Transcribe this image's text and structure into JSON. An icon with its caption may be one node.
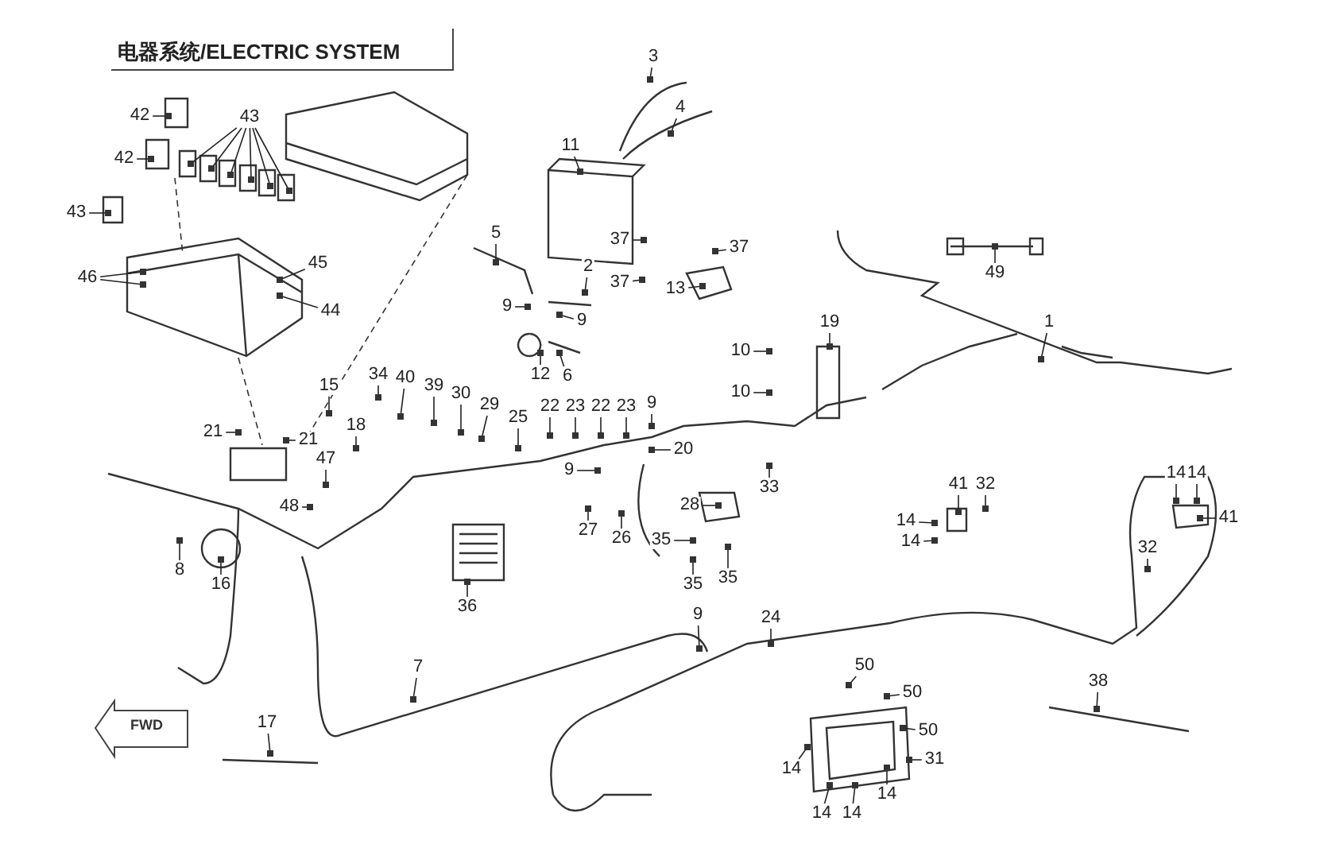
{
  "diagram": {
    "title": "电器系统/ELECTRIC SYSTEM",
    "nodes": [
      {
        "text": [
          "1"
        ]
      },
      {
        "text": [
          "2"
        ]
      },
      {
        "text": [
          "3"
        ]
      },
      {
        "text": [
          "4"
        ]
      },
      {
        "text": [
          "5"
        ]
      },
      {
        "text": [
          "6"
        ]
      },
      {
        "text": [
          "7"
        ]
      },
      {
        "text": [
          "8"
        ]
      },
      {
        "text": [
          "9"
        ]
      },
      {
        "text": [
          "9"
        ]
      },
      {
        "text": [
          "9"
        ]
      },
      {
        "text": [
          "9"
        ]
      },
      {
        "text": [
          "9"
        ]
      },
      {
        "text": [
          "10"
        ]
      },
      {
        "text": [
          "10"
        ]
      },
      {
        "text": [
          "11"
        ]
      },
      {
        "text": [
          "12"
        ]
      },
      {
        "text": [
          "13"
        ]
      },
      {
        "text": [
          "14"
        ]
      },
      {
        "text": [
          "14"
        ]
      },
      {
        "text": [
          "14"
        ]
      },
      {
        "text": [
          "14"
        ]
      },
      {
        "text": [
          "14"
        ]
      },
      {
        "text": [
          "14"
        ]
      },
      {
        "text": [
          "14"
        ]
      },
      {
        "text": [
          "14"
        ]
      },
      {
        "text": [
          "15"
        ]
      },
      {
        "text": [
          "16"
        ]
      },
      {
        "text": [
          "17"
        ]
      },
      {
        "text": [
          "18"
        ]
      },
      {
        "text": [
          "19"
        ]
      },
      {
        "text": [
          "20"
        ]
      },
      {
        "text": [
          "21"
        ]
      },
      {
        "text": [
          "21"
        ]
      },
      {
        "text": [
          "22"
        ]
      },
      {
        "text": [
          "23"
        ]
      },
      {
        "text": [
          "22"
        ]
      },
      {
        "text": [
          "23"
        ]
      },
      {
        "text": [
          "24"
        ]
      },
      {
        "text": [
          "25"
        ]
      },
      {
        "text": [
          "26"
        ]
      },
      {
        "text": [
          "27"
        ]
      },
      {
        "text": [
          "28"
        ]
      },
      {
        "text": [
          "29"
        ]
      },
      {
        "text": [
          "30"
        ]
      },
      {
        "text": [
          "31"
        ]
      },
      {
        "text": [
          "32"
        ]
      },
      {
        "text": [
          "32"
        ]
      },
      {
        "text": [
          "33"
        ]
      },
      {
        "text": [
          "34"
        ]
      },
      {
        "text": [
          "35"
        ]
      },
      {
        "text": [
          "35"
        ]
      },
      {
        "text": [
          "35"
        ]
      },
      {
        "text": [
          "36"
        ]
      },
      {
        "text": [
          "37"
        ]
      },
      {
        "text": [
          "37"
        ]
      },
      {
        "text": [
          "37"
        ]
      },
      {
        "text": [
          "38"
        ]
      },
      {
        "text": [
          "39"
        ]
      },
      {
        "text": [
          "40"
        ]
      },
      {
        "text": [
          "41"
        ]
      },
      {
        "text": [
          "41"
        ]
      },
      {
        "text": [
          "42"
        ]
      },
      {
        "text": [
          "42"
        ]
      },
      {
        "text": [
          "43"
        ]
      },
      {
        "text": [
          "43"
        ]
      },
      {
        "text": [
          "44"
        ]
      },
      {
        "text": [
          "45"
        ]
      },
      {
        "text": [
          "46"
        ]
      },
      {
        "text": [
          "47"
        ]
      },
      {
        "text": [
          "48"
        ]
      },
      {
        "text": [
          "49"
        ]
      },
      {
        "text": [
          "50"
        ]
      },
      {
        "text": [
          "50"
        ]
      },
      {
        "text": [
          "50"
        ]
      }
    ],
    "edges": [
      {
        "from": 0,
        "to": null,
        "arrow": "none"
      },
      {
        "from": 1,
        "to": null,
        "arrow": "none"
      },
      {
        "from": 2,
        "to": null,
        "arrow": "none"
      },
      {
        "from": 3,
        "to": null,
        "arrow": "none"
      },
      {
        "from": 4,
        "to": null,
        "arrow": "none"
      },
      {
        "from": 5,
        "to": null,
        "arrow": "none"
      },
      {
        "from": 6,
        "to": null,
        "arrow": "none"
      },
      {
        "from": 7,
        "to": null,
        "arrow": "none"
      },
      {
        "from": 8,
        "to": null,
        "arrow": "none"
      },
      {
        "from": 9,
        "to": null,
        "arrow": "none"
      },
      {
        "from": 10,
        "to": null,
        "arrow": "none"
      },
      {
        "from": 11,
        "to": null,
        "arrow": "none"
      },
      {
        "from": 12,
        "to": null,
        "arrow": "none"
      },
      {
        "from": 13,
        "to": null,
        "arrow": "none"
      },
      {
        "from": 14,
        "to": null,
        "arrow": "none"
      },
      {
        "from": 15,
        "to": null,
        "arrow": "none"
      },
      {
        "from": 16,
        "to": null,
        "arrow": "none"
      },
      {
        "from": 17,
        "to": null,
        "arrow": "none"
      },
      {
        "from": 18,
        "to": null,
        "arrow": "none"
      },
      {
        "from": 19,
        "to": null,
        "arrow": "none"
      },
      {
        "from": 20,
        "to": null,
        "arrow": "none"
      },
      {
        "from": 21,
        "to": null,
        "arrow": "none"
      },
      {
        "from": 22,
        "to": null,
        "arrow": "none"
      },
      {
        "from": 23,
        "to": null,
        "arrow": "none"
      },
      {
        "from": 24,
        "to": null,
        "arrow": "none"
      },
      {
        "from": 25,
        "to": null,
        "arrow": "none"
      },
      {
        "from": 26,
        "to": null,
        "arrow": "none"
      },
      {
        "from": 27,
        "to": null,
        "arrow": "none"
      },
      {
        "from": 28,
        "to": null,
        "arrow": "none"
      },
      {
        "from": 29,
        "to": null,
        "arrow": "none"
      },
      {
        "from": 30,
        "to": null,
        "arrow": "none"
      },
      {
        "from": 31,
        "to": null,
        "arrow": "none"
      },
      {
        "from": 32,
        "to": null,
        "arrow": "none"
      },
      {
        "from": 33,
        "to": null,
        "arrow": "none"
      },
      {
        "from": 34,
        "to": null,
        "arrow": "none"
      },
      {
        "from": 35,
        "to": null,
        "arrow": "none"
      },
      {
        "from": 36,
        "to": null,
        "arrow": "none"
      },
      {
        "from": 37,
        "to": null,
        "arrow": "none"
      },
      {
        "from": 38,
        "to": null,
        "arrow": "none"
      },
      {
        "from": 39,
        "to": null,
        "arrow": "none"
      },
      {
        "from": 40,
        "to": null,
        "arrow": "none"
      },
      {
        "from": 41,
        "to": null,
        "arrow": "none"
      },
      {
        "from": 42,
        "to": null,
        "arrow": "none"
      },
      {
        "from": 43,
        "to": null,
        "arrow": "none"
      },
      {
        "from": 44,
        "to": null,
        "arrow": "none"
      },
      {
        "from": 45,
        "to": null,
        "arrow": "none"
      },
      {
        "from": 46,
        "to": null,
        "arrow": "none"
      },
      {
        "from": 47,
        "to": null,
        "arrow": "none"
      },
      {
        "from": 48,
        "to": null,
        "arrow": "none"
      },
      {
        "from": 49,
        "to": null,
        "arrow": "none"
      },
      {
        "from": 50,
        "to": null,
        "arrow": "none"
      },
      {
        "from": 51,
        "to": null,
        "arrow": "none"
      },
      {
        "from": 52,
        "to": null,
        "arrow": "none"
      },
      {
        "from": 53,
        "to": null,
        "arrow": "none"
      },
      {
        "from": 54,
        "to": null,
        "arrow": "none"
      },
      {
        "from": 55,
        "to": null,
        "arrow": "none"
      },
      {
        "from": 56,
        "to": null,
        "arrow": "none"
      },
      {
        "from": 57,
        "to": null,
        "arrow": "none"
      },
      {
        "from": 58,
        "to": null,
        "arrow": "none"
      },
      {
        "from": 59,
        "to": null,
        "arrow": "none"
      },
      {
        "from": 60,
        "to": null,
        "arrow": "none"
      },
      {
        "from": 61,
        "to": null,
        "arrow": "none"
      },
      {
        "from": 62,
        "to": null,
        "arrow": "none"
      },
      {
        "from": 63,
        "to": null,
        "arrow": "none"
      },
      {
        "from": 64,
        "to": null,
        "arrow": "none"
      },
      {
        "from": 64,
        "to": null,
        "arrow": "none"
      },
      {
        "from": 64,
        "to": null,
        "arrow": "none"
      },
      {
        "from": 64,
        "to": null,
        "arrow": "none"
      },
      {
        "from": 64,
        "to": null,
        "arrow": "none"
      },
      {
        "from": 64,
        "to": null,
        "arrow": "none"
      },
      {
        "from": 65,
        "to": null,
        "arrow": "none"
      },
      {
        "from": 66,
        "to": null,
        "arrow": "none"
      },
      {
        "from": 67,
        "to": null,
        "arrow": "none"
      },
      {
        "from": 68,
        "to": null,
        "arrow": "none"
      },
      {
        "from": 68,
        "to": null,
        "arrow": "none"
      },
      {
        "from": 69,
        "to": null,
        "arrow": "none"
      },
      {
        "from": 70,
        "to": null,
        "arrow": "none"
      },
      {
        "from": 71,
        "to": null,
        "arrow": "none"
      },
      {
        "from": 72,
        "to": null,
        "arrow": "none"
      },
      {
        "from": 73,
        "to": null,
        "arrow": "none"
      },
      {
        "from": 74,
        "to": null,
        "arrow": "none"
      }
    ],
    "labels": [
      "FWD"
    ]
  }
}
